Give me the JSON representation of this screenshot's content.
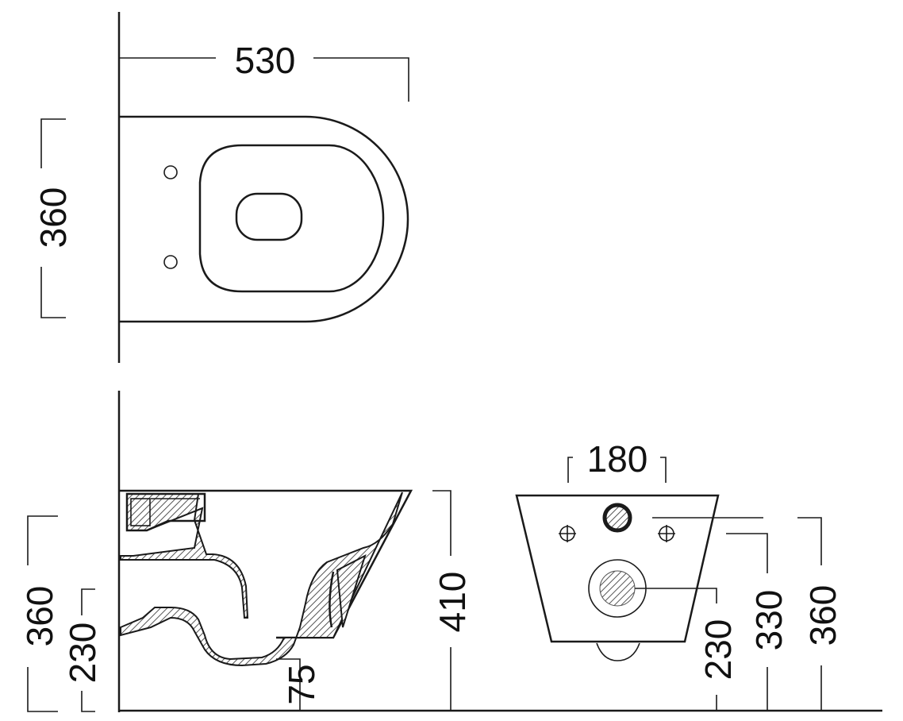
{
  "dimensions": {
    "top_length": "530",
    "top_width": "360",
    "side_height_total": "360",
    "side_height_outlet": "230",
    "side_outlet_offset": "75",
    "side_height_rim": "410",
    "rear_bolt_spacing": "180",
    "rear_height_outlet": "230",
    "rear_height_bolts": "330",
    "rear_height_total": "360"
  },
  "colors": {
    "line": "#1a1a1a",
    "hatch": "#555555",
    "background": "#ffffff"
  }
}
